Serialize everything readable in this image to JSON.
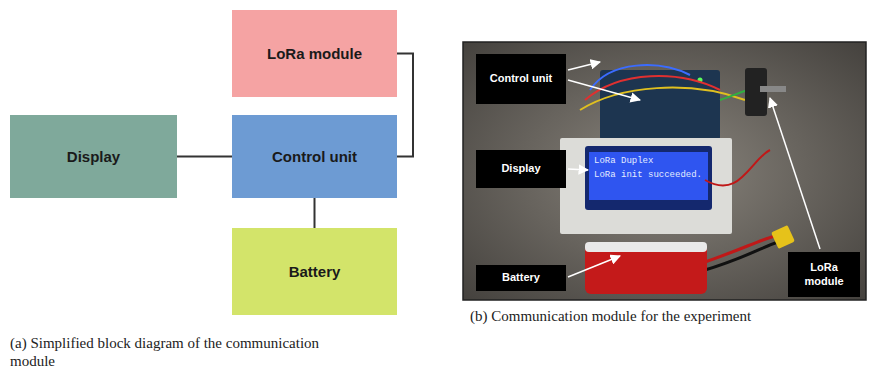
{
  "diagram": {
    "nodes": [
      {
        "text": [
          "LoRa module"
        ]
      },
      {
        "text": [
          "Display"
        ]
      },
      {
        "text": [
          "Control unit"
        ]
      },
      {
        "text": [
          "Battery"
        ]
      },
      {
        "text": [
          "Control unit"
        ]
      },
      {
        "text": [
          "Display"
        ]
      },
      {
        "text": [
          "Battery"
        ]
      },
      {
        "text": [
          "LoRa module"
        ]
      }
    ],
    "edges": [
      {
        "from": 1,
        "to": 2,
        "arrow": "none"
      },
      {
        "from": 0,
        "to": 2,
        "arrow": "none"
      },
      {
        "from": 2,
        "to": 3,
        "arrow": "none"
      }
    ],
    "labels": [
      "(a) Simplified block diagram of the communication module",
      "(b) Communication module for the experiment",
      "LoRa Duplex",
      "LoRa init succeeded."
    ]
  }
}
